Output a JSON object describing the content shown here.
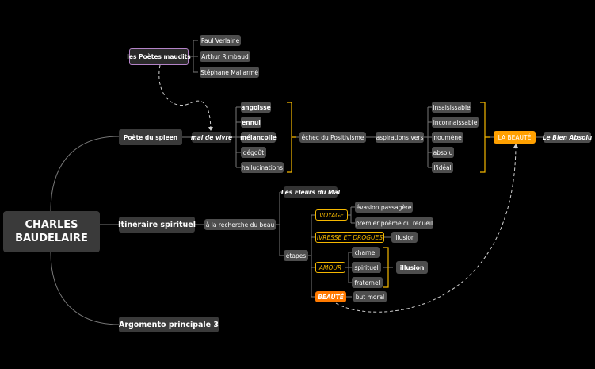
{
  "root": "CHARLES BAUDELAIRE",
  "branches": {
    "b1": "Poète du spleen",
    "b2": "Itinéraire spirituel",
    "b3": "Argomento principale 3"
  },
  "poetes": {
    "label": "les Poètes maudits",
    "items": [
      "Paul Verlaine",
      "Arthur Rimbaud",
      "Stéphane Mallarmé"
    ]
  },
  "spleen": {
    "mal": "mal de vivre",
    "symptoms": [
      "angoisse",
      "ennui",
      "mélancolie",
      "dégoût",
      "hallucinations"
    ],
    "echec": "échec du Positivisme",
    "aspirations": "aspirations vers",
    "qualities": [
      "insaisissable",
      "inconnaissable",
      "noumène",
      "absolu",
      "l'idéal"
    ],
    "beaute": "LA BEAUTÉ",
    "bien": "Le Bien Absolu"
  },
  "itineraire": {
    "recherche": "à la recherche du beau",
    "fleurs": "Les Fleurs du Mal",
    "etapes": "étapes",
    "voyage": "VOYAGE",
    "voyage_items": [
      "évasion passagère",
      "premier poème du recueil"
    ],
    "ivresse": "IVRESSE ET DROGUES",
    "illusion1": "illusion",
    "amour": "AMOUR",
    "amour_items": [
      "charnel",
      "spirituel",
      "fraternel"
    ],
    "illusion2": "illusion",
    "beaute": "BEAUTÉ",
    "but": "but moral"
  },
  "colors": {
    "background": "#000000",
    "node": "#4d4d4d",
    "line": "#777777",
    "bracket": "#f5b800",
    "gold": "#ffa000",
    "orange": "#ff7a00",
    "purple": "#b483c8"
  }
}
